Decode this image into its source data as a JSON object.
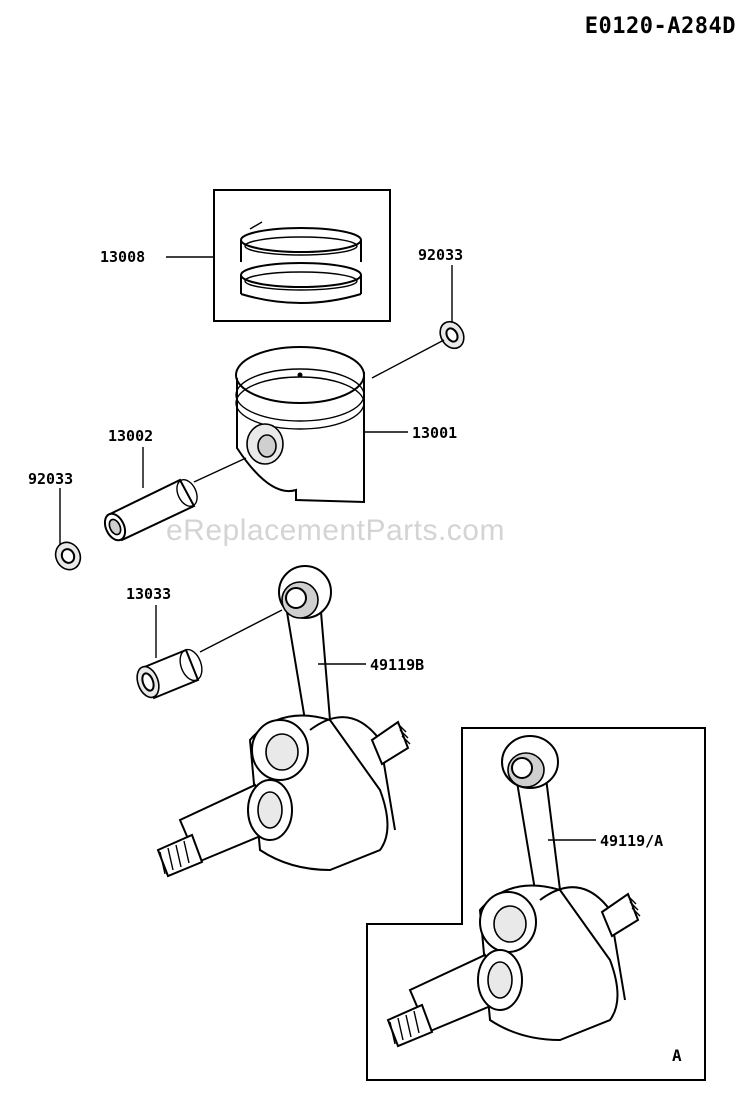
{
  "diagram": {
    "code": "E0120-A284D",
    "watermark": "eReplacementParts.com",
    "inset_label": "A"
  },
  "callouts": {
    "piston_ring_set": "13008",
    "circlip_right": "92033",
    "piston": "13001",
    "piston_pin": "13002",
    "circlip_left": "92033",
    "needle_bearing": "13033",
    "crankshaft_main": "49119B",
    "crankshaft_alt": "49119/A"
  }
}
